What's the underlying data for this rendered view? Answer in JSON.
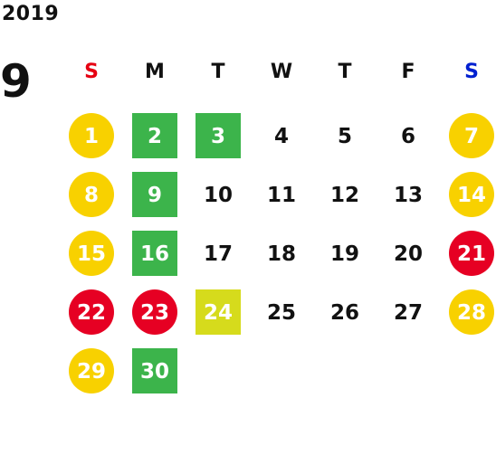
{
  "year": "2019",
  "month": "9",
  "weekdays": [
    {
      "label": "S",
      "color": "#e60012"
    },
    {
      "label": "M",
      "color": "#111111"
    },
    {
      "label": "T",
      "color": "#111111"
    },
    {
      "label": "W",
      "color": "#111111"
    },
    {
      "label": "T",
      "color": "#111111"
    },
    {
      "label": "F",
      "color": "#111111"
    },
    {
      "label": "S",
      "color": "#0020d0"
    }
  ],
  "colors": {
    "yellow_circle": "#f8d100",
    "red_circle": "#e60023",
    "green_square": "#3cb44b",
    "lime_square": "#d6db1c"
  },
  "days": [
    {
      "day": "1",
      "mark": "yellow_circle"
    },
    {
      "day": "2",
      "mark": "green_square"
    },
    {
      "day": "3",
      "mark": "green_square"
    },
    {
      "day": "4",
      "mark": ""
    },
    {
      "day": "5",
      "mark": ""
    },
    {
      "day": "6",
      "mark": ""
    },
    {
      "day": "7",
      "mark": "yellow_circle"
    },
    {
      "day": "8",
      "mark": "yellow_circle"
    },
    {
      "day": "9",
      "mark": "green_square"
    },
    {
      "day": "10",
      "mark": ""
    },
    {
      "day": "11",
      "mark": ""
    },
    {
      "day": "12",
      "mark": ""
    },
    {
      "day": "13",
      "mark": ""
    },
    {
      "day": "14",
      "mark": "yellow_circle"
    },
    {
      "day": "15",
      "mark": "yellow_circle"
    },
    {
      "day": "16",
      "mark": "green_square"
    },
    {
      "day": "17",
      "mark": ""
    },
    {
      "day": "18",
      "mark": ""
    },
    {
      "day": "19",
      "mark": ""
    },
    {
      "day": "20",
      "mark": ""
    },
    {
      "day": "21",
      "mark": "red_circle"
    },
    {
      "day": "22",
      "mark": "red_circle"
    },
    {
      "day": "23",
      "mark": "red_circle"
    },
    {
      "day": "24",
      "mark": "lime_square"
    },
    {
      "day": "25",
      "mark": ""
    },
    {
      "day": "26",
      "mark": ""
    },
    {
      "day": "27",
      "mark": ""
    },
    {
      "day": "28",
      "mark": "yellow_circle"
    },
    {
      "day": "29",
      "mark": "yellow_circle"
    },
    {
      "day": "30",
      "mark": "green_square"
    }
  ]
}
